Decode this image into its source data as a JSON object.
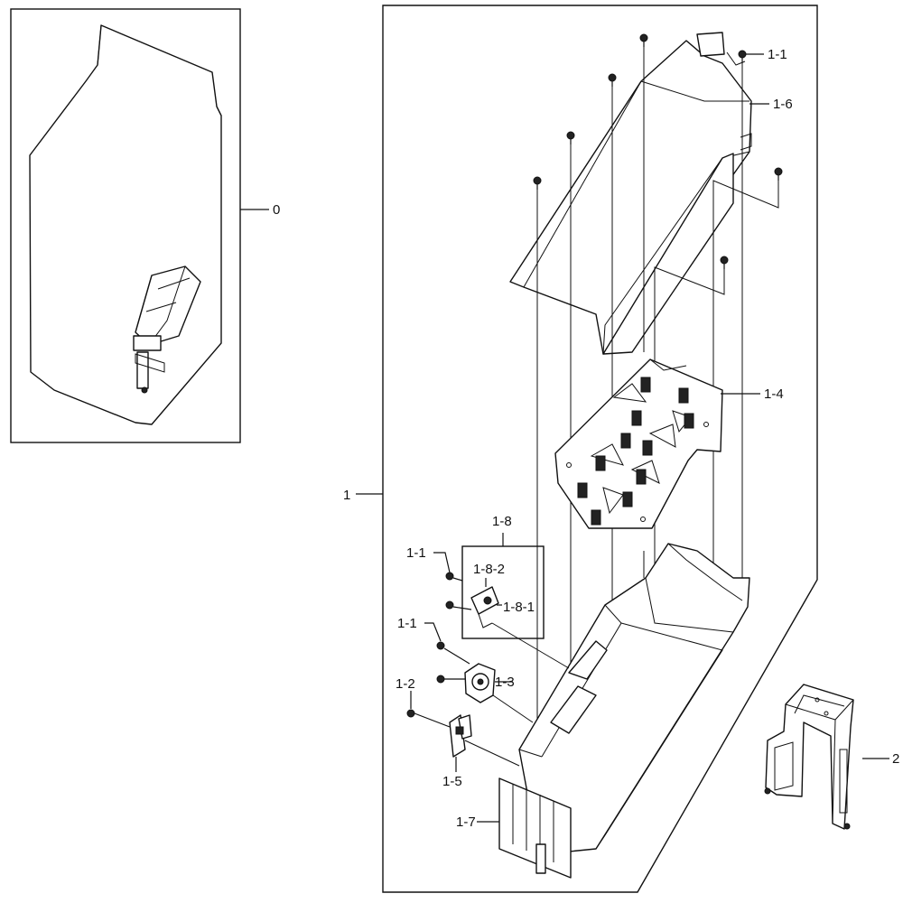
{
  "callouts": {
    "c0": "0",
    "c1": "1",
    "c1_1a": "1-1",
    "c1_6": "1-6",
    "c1_4": "1-4",
    "c1_8": "1-8",
    "c1_1b": "1-1",
    "c1_8_2": "1-8-2",
    "c1_8_1": "1-8-1",
    "c1_1c": "1-1",
    "c1_3": "1-3",
    "c1_2": "1-2",
    "c1_5": "1-5",
    "c1_7": "1-7",
    "c2": "2"
  },
  "colors": {
    "line": "#111111",
    "background": "#ffffff"
  }
}
